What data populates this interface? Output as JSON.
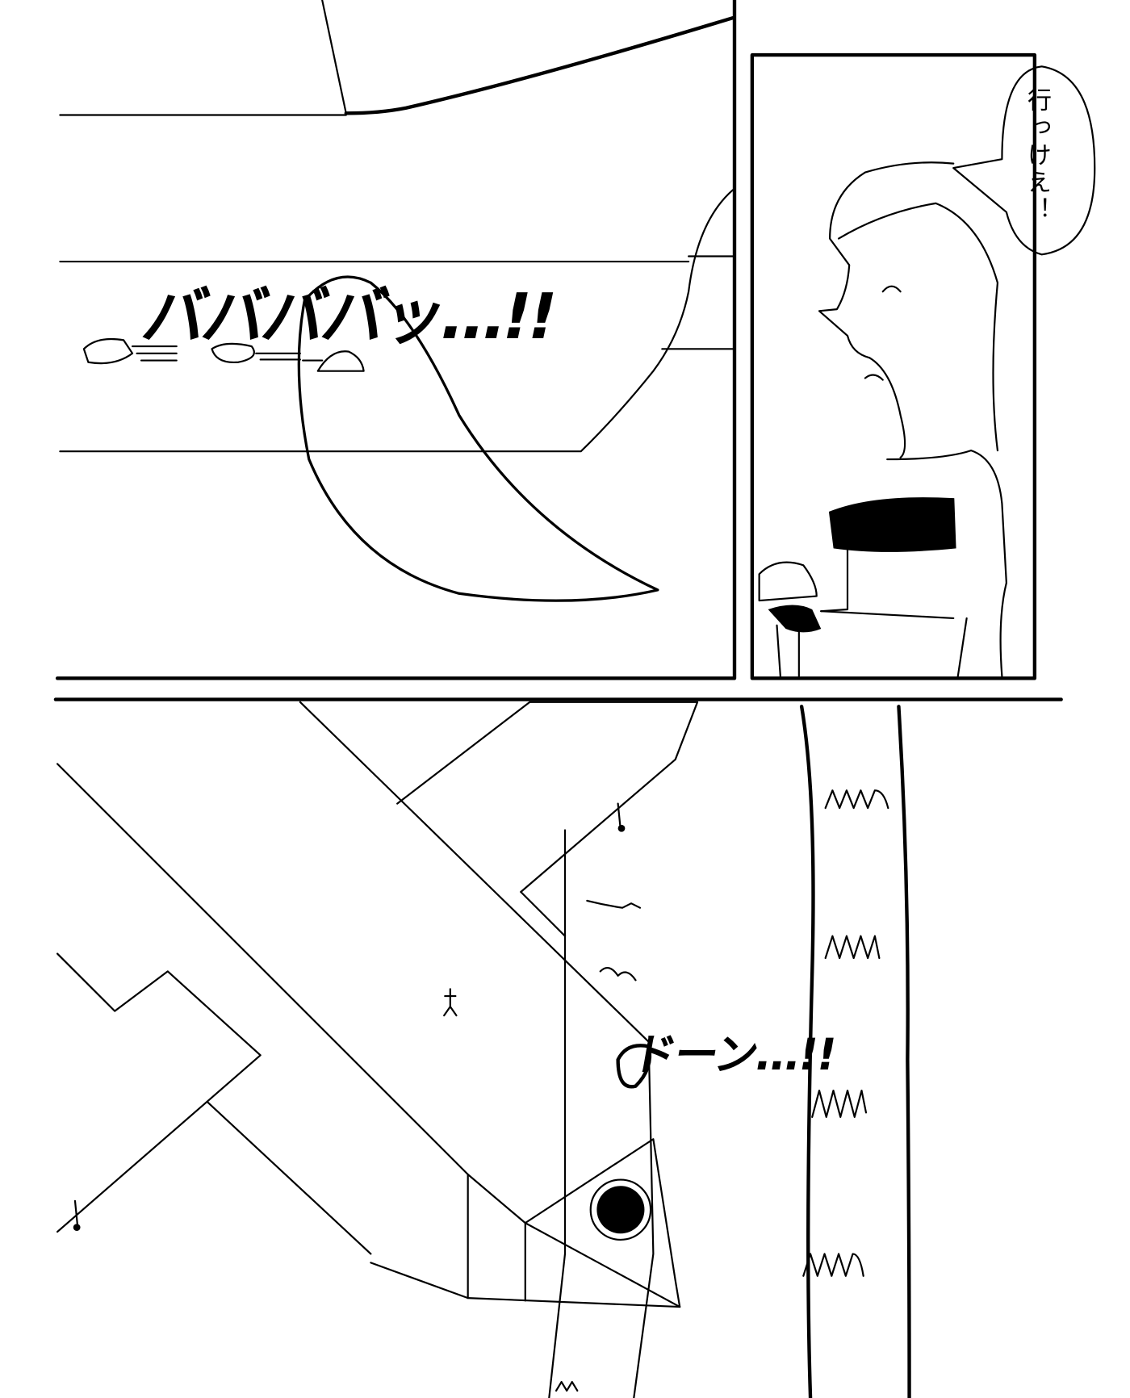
{
  "panels": [
    {
      "id": "top-left",
      "sound_effect": "ババババッ…!!"
    },
    {
      "id": "top-right",
      "speech": "行っけえ！"
    },
    {
      "id": "bottom",
      "sound_effect": "ドーン…!!"
    }
  ]
}
